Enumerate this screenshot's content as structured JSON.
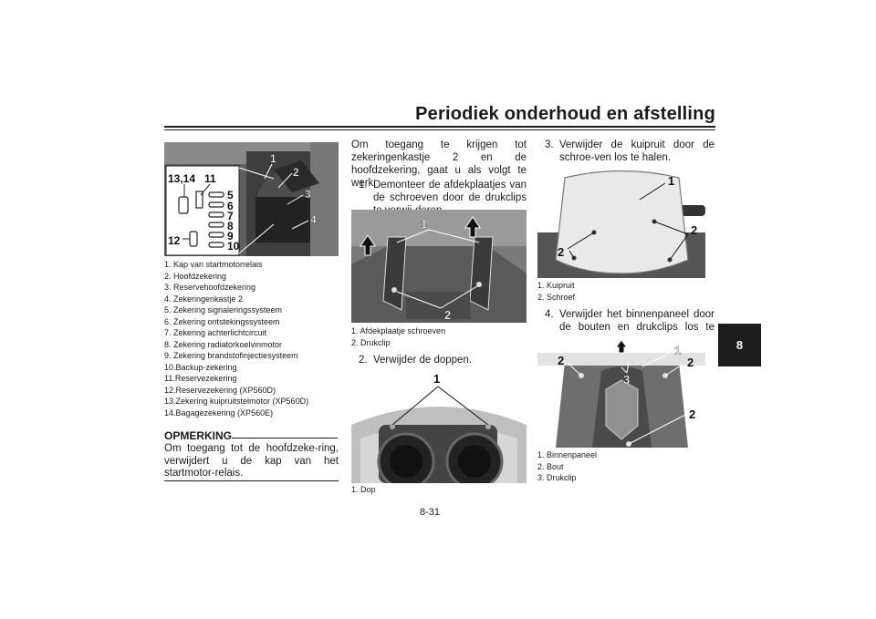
{
  "header": {
    "title": "Periodiek onderhoud en afstelling",
    "chapter_tab": "8",
    "page_number": "8-31"
  },
  "figure1": {
    "callouts": {
      "c1314": "13,14",
      "c11": "11",
      "c12": "12",
      "c5": "5",
      "c6": "6",
      "c7": "7",
      "c8": "8",
      "c9": "9",
      "c10": "10",
      "c1": "1",
      "c2": "2",
      "c3": "3",
      "c4": "4"
    },
    "legend": [
      "1. Kap van startmotorrelais",
      "2. Hoofdzekering",
      "3. Reservehoofdzekering",
      "4. Zekeringenkastje 2",
      "5. Zekering signaleringssysteem",
      "6. Zekering ontstekingssysteem",
      "7. Zekering achterlichtcircuit",
      "8. Zekering radiatorkoelvinmotor",
      "9. Zekering brandstofinjectiesysteem",
      "10.Backup-zekering",
      "11.Reservezekering",
      "12.Reservezekering (XP560D)",
      "13.Zekering kuipruitstelmotor (XP560D)",
      "14.Bagagezekering (XP560E)"
    ]
  },
  "note": {
    "heading": "OPMERKING",
    "text": "Om toegang tot de hoofdzeke-ring, verwijdert u de kap van het startmotor-relais."
  },
  "column2": {
    "intro": "Om toegang te krijgen tot zekeringenkastje 2 en de hoofdzekering, gaat u als volgt te werk.",
    "step1_num": "1.",
    "step1_text": "Demonteer de afdekplaatjes van de schroeven door de drukclips te verwij-deren.",
    "figure2_callouts": {
      "c1": "1",
      "c2": "2"
    },
    "figure2_legend": [
      "1. Afdekplaatje schroeven",
      "2. Drukclip"
    ],
    "step2_num": "2.",
    "step2_text": "Verwijder de doppen.",
    "figure3_callouts": {
      "c1": "1"
    },
    "figure3_legend": [
      "1. Dop"
    ]
  },
  "column3": {
    "step3_num": "3.",
    "step3_text": "Verwijder de kuipruit door de schroe-ven los te halen.",
    "figure4_callouts": {
      "c1": "1",
      "c2a": "2",
      "c2b": "2"
    },
    "figure4_legend": [
      "1. Kuipruit",
      "2. Schroef"
    ],
    "step4_num": "4.",
    "step4_text": "Verwijder het binnenpaneel door de bouten en drukclips los te halen.",
    "figure5_callouts": {
      "c1": "1",
      "c2a": "2",
      "c2b": "2",
      "c2c": "2",
      "c3": "3"
    },
    "figure5_legend": [
      "1. Binnenpaneel",
      "2. Bout",
      "3. Drukclip"
    ]
  }
}
